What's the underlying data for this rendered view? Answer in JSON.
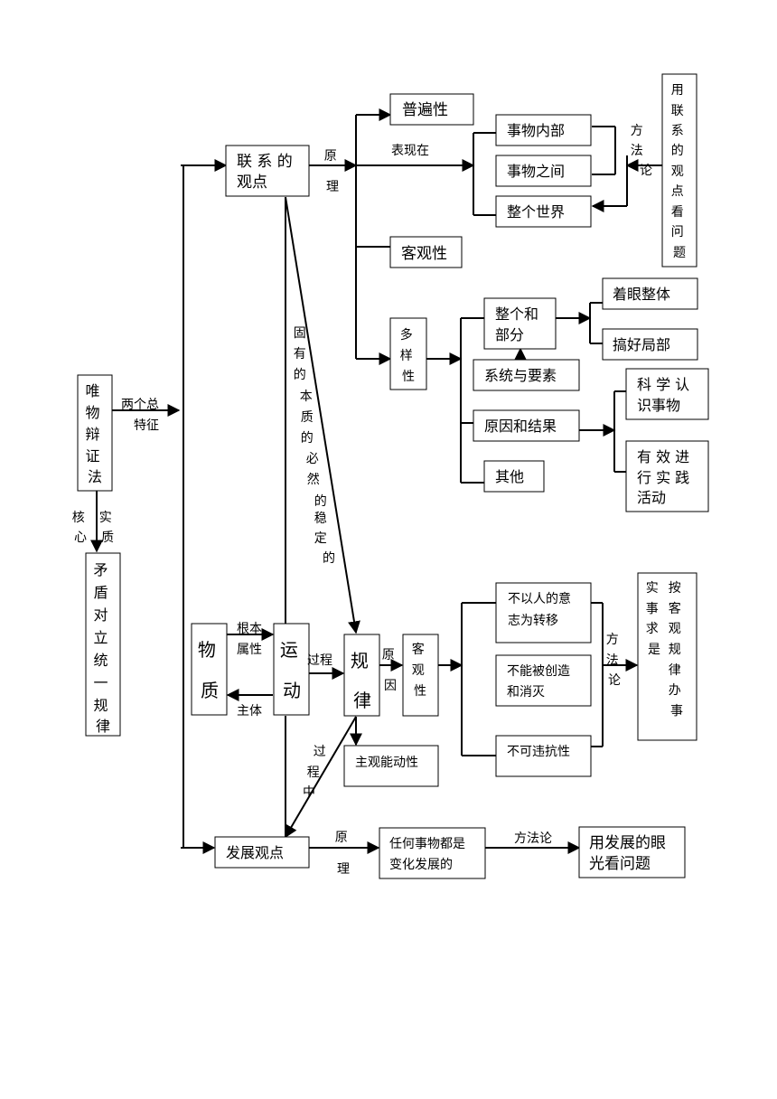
{
  "nodes": {
    "dialectics": [
      "唯",
      "物",
      "辩",
      "证",
      "法"
    ],
    "contradiction_law": [
      "矛",
      "盾",
      "对",
      "立",
      "统",
      "一",
      "规",
      "律"
    ],
    "connection_view": [
      "联 系 的",
      "观点"
    ],
    "universality": "普遍性",
    "inside_things": "事物内部",
    "between_things": "事物之间",
    "whole_world": "整个世界",
    "use_connection": [
      "用",
      "联",
      "系",
      "的",
      "观",
      "点",
      "看",
      "问",
      "题"
    ],
    "objectivity_1": "客观性",
    "diversity": [
      "多",
      "样",
      "性"
    ],
    "whole_part": [
      "整个和",
      "部分"
    ],
    "focus_whole": "着眼整体",
    "do_parts": "搞好局部",
    "system_elements": "系统与要素",
    "cause_effect": "原因和结果",
    "others": "其他",
    "know_things": [
      "科 学 认",
      "识事物"
    ],
    "practice": [
      "有 效 进",
      "行 实 践",
      "活动"
    ],
    "matter": [
      "物",
      "质"
    ],
    "motion": [
      "运",
      "动"
    ],
    "law": [
      "规",
      "律"
    ],
    "objectivity_2": [
      "客",
      "观",
      "性"
    ],
    "not_will": [
      "不以人的意",
      "志为转移"
    ],
    "not_create": [
      "不能被创造",
      "和消灭"
    ],
    "not_violate": "不可违抗性",
    "seek_truth": [
      "实",
      "事",
      "求",
      "是"
    ],
    "follow_law": [
      "按",
      "客",
      "观",
      "规",
      "律",
      "办",
      "事"
    ],
    "subjective": "主观能动性",
    "development_view": "发展观点",
    "all_change": [
      "任何事物都是",
      "变化发展的"
    ],
    "dev_eyes": [
      "用发展的眼",
      "光看问题"
    ]
  },
  "labels": {
    "two_features": [
      "两个总",
      "特征"
    ],
    "core": [
      "核",
      "心"
    ],
    "essence": [
      "实",
      "质"
    ],
    "principle_1": [
      "原",
      "理"
    ],
    "manifest_in": "表现在",
    "methodology_1": [
      "方",
      "法",
      "论"
    ],
    "intrinsic": [
      "固",
      "有",
      "的",
      "本",
      "质",
      "的",
      "必",
      "然",
      "的",
      "稳",
      "定",
      "的"
    ],
    "root_attr": [
      "根本",
      "属性"
    ],
    "subject": "主体",
    "process": "过程",
    "reason": [
      "原",
      "因"
    ],
    "methodology_2": [
      "方",
      "法",
      "论"
    ],
    "in_process": [
      "过",
      "程",
      "中"
    ],
    "principle_2": [
      "原",
      "理"
    ],
    "methodology_3": "方法论"
  }
}
